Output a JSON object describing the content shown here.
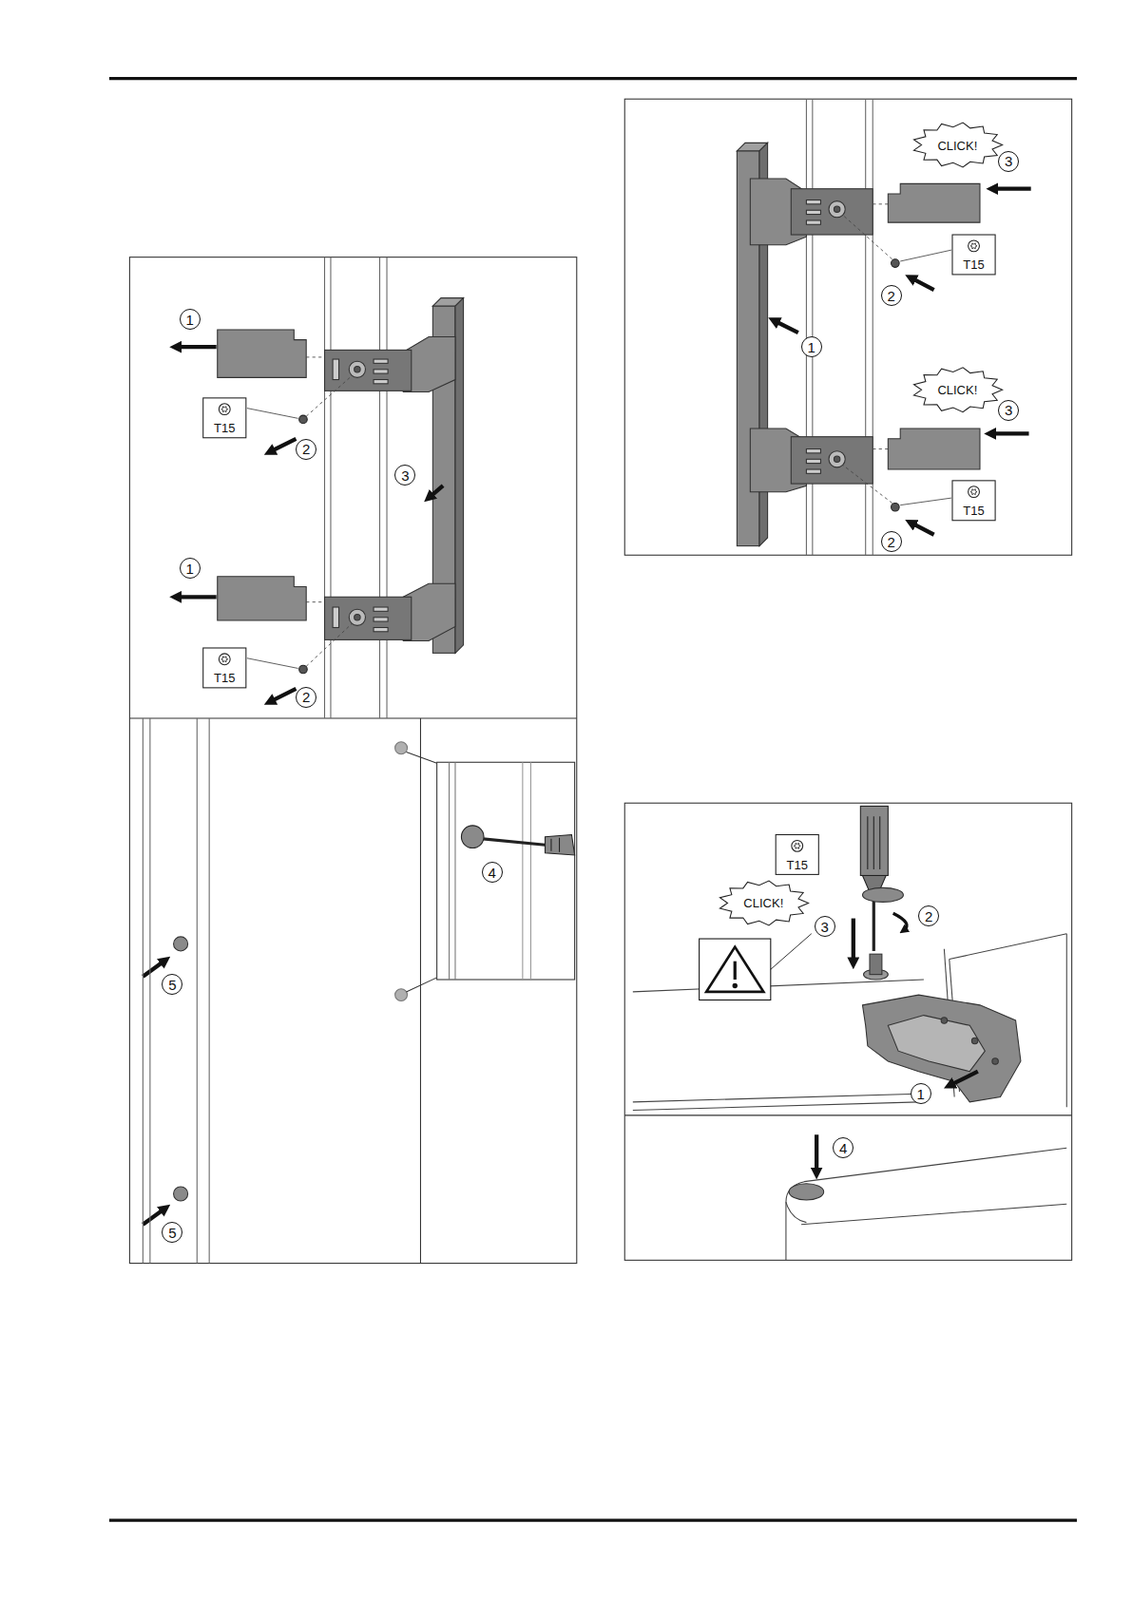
{
  "diagram": {
    "labels": [
      "1",
      "T15",
      "2",
      "3",
      "1",
      "T15",
      "2",
      "4",
      "5",
      "5",
      "CLICK!",
      "3",
      "T15",
      "2",
      "1",
      "CLICK!",
      "3",
      "T15",
      "2",
      "T15",
      "CLICK!",
      "2",
      "3",
      "1",
      "4"
    ]
  }
}
